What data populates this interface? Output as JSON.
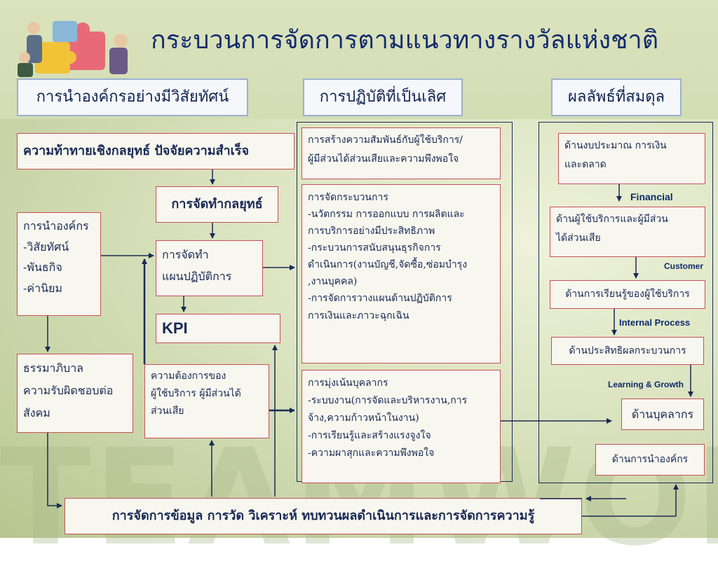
{
  "title": "กระบวนการจัดการตามแนวทางรางวัลแห่งชาติ",
  "watermark": "TEAMWORK",
  "headers": {
    "leadership": "การนำองค์กรอย่างมีวิสัยทัศน์",
    "excellence": "การปฏิบัติที่เป็นเลิศ",
    "results": "ผลลัพธ์ที่สมดุล"
  },
  "left": {
    "challenge": "ความท้าทายเชิงกลยุทธ์ ปัจจัยความสำเร็จ",
    "strategy": "การจัดทำกลยุทธ์",
    "leadership_lines": [
      "การนำองค์กร",
      "-วิสัยทัศน์",
      "-พันธกิจ",
      "-ค่านิยม"
    ],
    "action_plan_lines": [
      "การจัดทำ",
      "แผนปฏิบัติการ"
    ],
    "kpi": "KPI",
    "governance_lines": [
      "ธรรมาภิบาล",
      "ความรับผิดชอบต่อ",
      "สังคม"
    ],
    "needs_lines": [
      "ความต้องการของ",
      "ผู้ใช้บริการ ผู้มีส่วนได้",
      "ส่วนเสีย"
    ]
  },
  "middle": {
    "relationship_lines": [
      "การสร้างความสัมพันธ์กับผู้ใช้บริการ/",
      "ผู้มีส่วนได้ส่วนเสียและความพึงพอใจ"
    ],
    "process_lines": [
      "การจัดกระบวนการ",
      "-นวัตกรรม การออกแบบ การผลิตและ",
      "การบริการอย่างมีประสิทธิภาพ",
      "-กระบวนการสนับสนุนธุรกิจการ",
      "ดำเนินการ(งานบัญชี,จัดซื้อ,ซ่อมบำรุง",
      ",งานบุคคล)",
      "-การจัดการวางแผนด้านปฏิบัติการ",
      "การเงินและภาวะฉุกเฉิน"
    ],
    "people_lines": [
      "การมุ่งเน้นบุคลากร",
      "-ระบบงาน(การจัดและบริหารงาน,การ",
      "จ้าง,ความก้าวหน้าในงาน)",
      "-การเรียนรู้และสร้างแรงจูงใจ",
      "-ความผาสุกและความพึงพอใจ"
    ]
  },
  "right": {
    "budget_lines": [
      "ด้านงบประมาณ การเงิน",
      "และตลาด"
    ],
    "financial": "Financial",
    "customer_lines": [
      "ด้านผู้ใช้บริการและผู้มีส่วน",
      "ได้ส่วนเสีย"
    ],
    "customer": "Customer",
    "learning": "ด้านการเรียนรู้ของผู้ใช้บริการ",
    "internal_process": "Internal Process",
    "effectiveness": "ด้านประสิทธิผลกระบวนการ",
    "learning_growth": "Learning & Growth",
    "personnel": "ด้านบุคลากร",
    "org_leadership": "ด้านการนำองค์กร"
  },
  "bottom": "การจัดการข้อมูล การวัด วิเคราะห์ ทบทวนผลดำเนินการและการจัดการความรู้"
}
